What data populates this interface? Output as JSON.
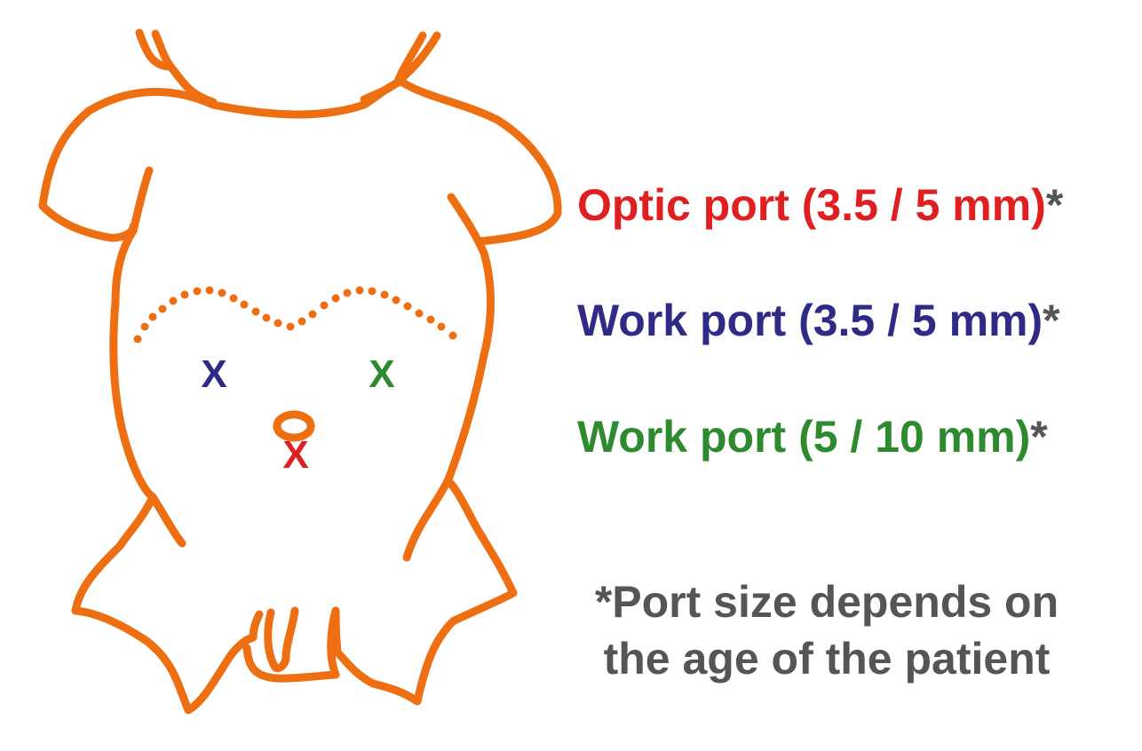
{
  "legend": {
    "optic_port": {
      "text": "Optic port (3.5 / 5 mm)",
      "marker": "*",
      "color": "#e02020"
    },
    "work_port_small": {
      "text": "Work port (3.5 / 5 mm)",
      "marker": "*",
      "color": "#2e2a85"
    },
    "work_port_large": {
      "text": "Work port (5 / 10 mm)",
      "marker": "*",
      "color": "#2e8a2e"
    }
  },
  "note": {
    "line1": "*Port size depends on",
    "line2": "the age of the patient",
    "color": "#555555"
  },
  "markers": {
    "optic": {
      "label": "X",
      "color": "#e02020"
    },
    "work_left": {
      "label": "X",
      "color": "#2e2a85"
    },
    "work_right": {
      "label": "X",
      "color": "#2e8a2e"
    }
  },
  "colors": {
    "outline": "#ee6f12"
  }
}
